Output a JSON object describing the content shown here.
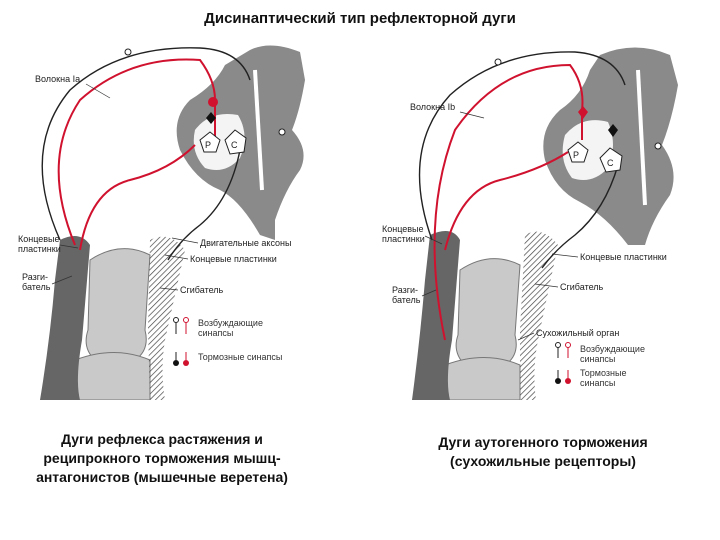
{
  "title": "Дисинаптический тип рефлекторной дуги",
  "left": {
    "labels": {
      "fibers": "Волокна Ia",
      "endplates1": "Концевые",
      "endplates2": "пластинки",
      "extensor1": "Разги-",
      "extensor2": "батель",
      "motor_axons": "Двигательные аксоны",
      "endplates_right": "Концевые пластинки",
      "flexor": "Сгибатель",
      "neuron_p": "Р",
      "neuron_c": "С"
    },
    "legend": {
      "excitatory1": "Возбуждающие",
      "excitatory2": "синапсы",
      "inhibitory": "Тормозные синапсы"
    },
    "caption": "Дуги рефлекса растяжения и реципрокного торможения мышц-антагонистов (мышечные веретена)"
  },
  "right": {
    "labels": {
      "fibers": "Волокна Ib",
      "endplates1": "Концевые",
      "endplates2": "пластинки",
      "extensor1": "Разги-",
      "extensor2": "батель",
      "endplates_right": "Концевые пластинки",
      "flexor": "Сгибатель",
      "tendon_organ": "Сухожильный орган",
      "neuron_p": "Р",
      "neuron_c": "С"
    },
    "legend": {
      "excitatory1": "Возбуждающие",
      "excitatory2": "синапсы",
      "inhibitory1": "Тормозные",
      "inhibitory2": "синапсы"
    },
    "caption": "Дуги аутогенного торможения (сухожильные рецепторы)"
  },
  "colors": {
    "red": "#d0122f",
    "gray_cord": "#8a8a8a",
    "gray_dark": "#555555",
    "bone": "#c9c9c9",
    "black": "#111111"
  }
}
